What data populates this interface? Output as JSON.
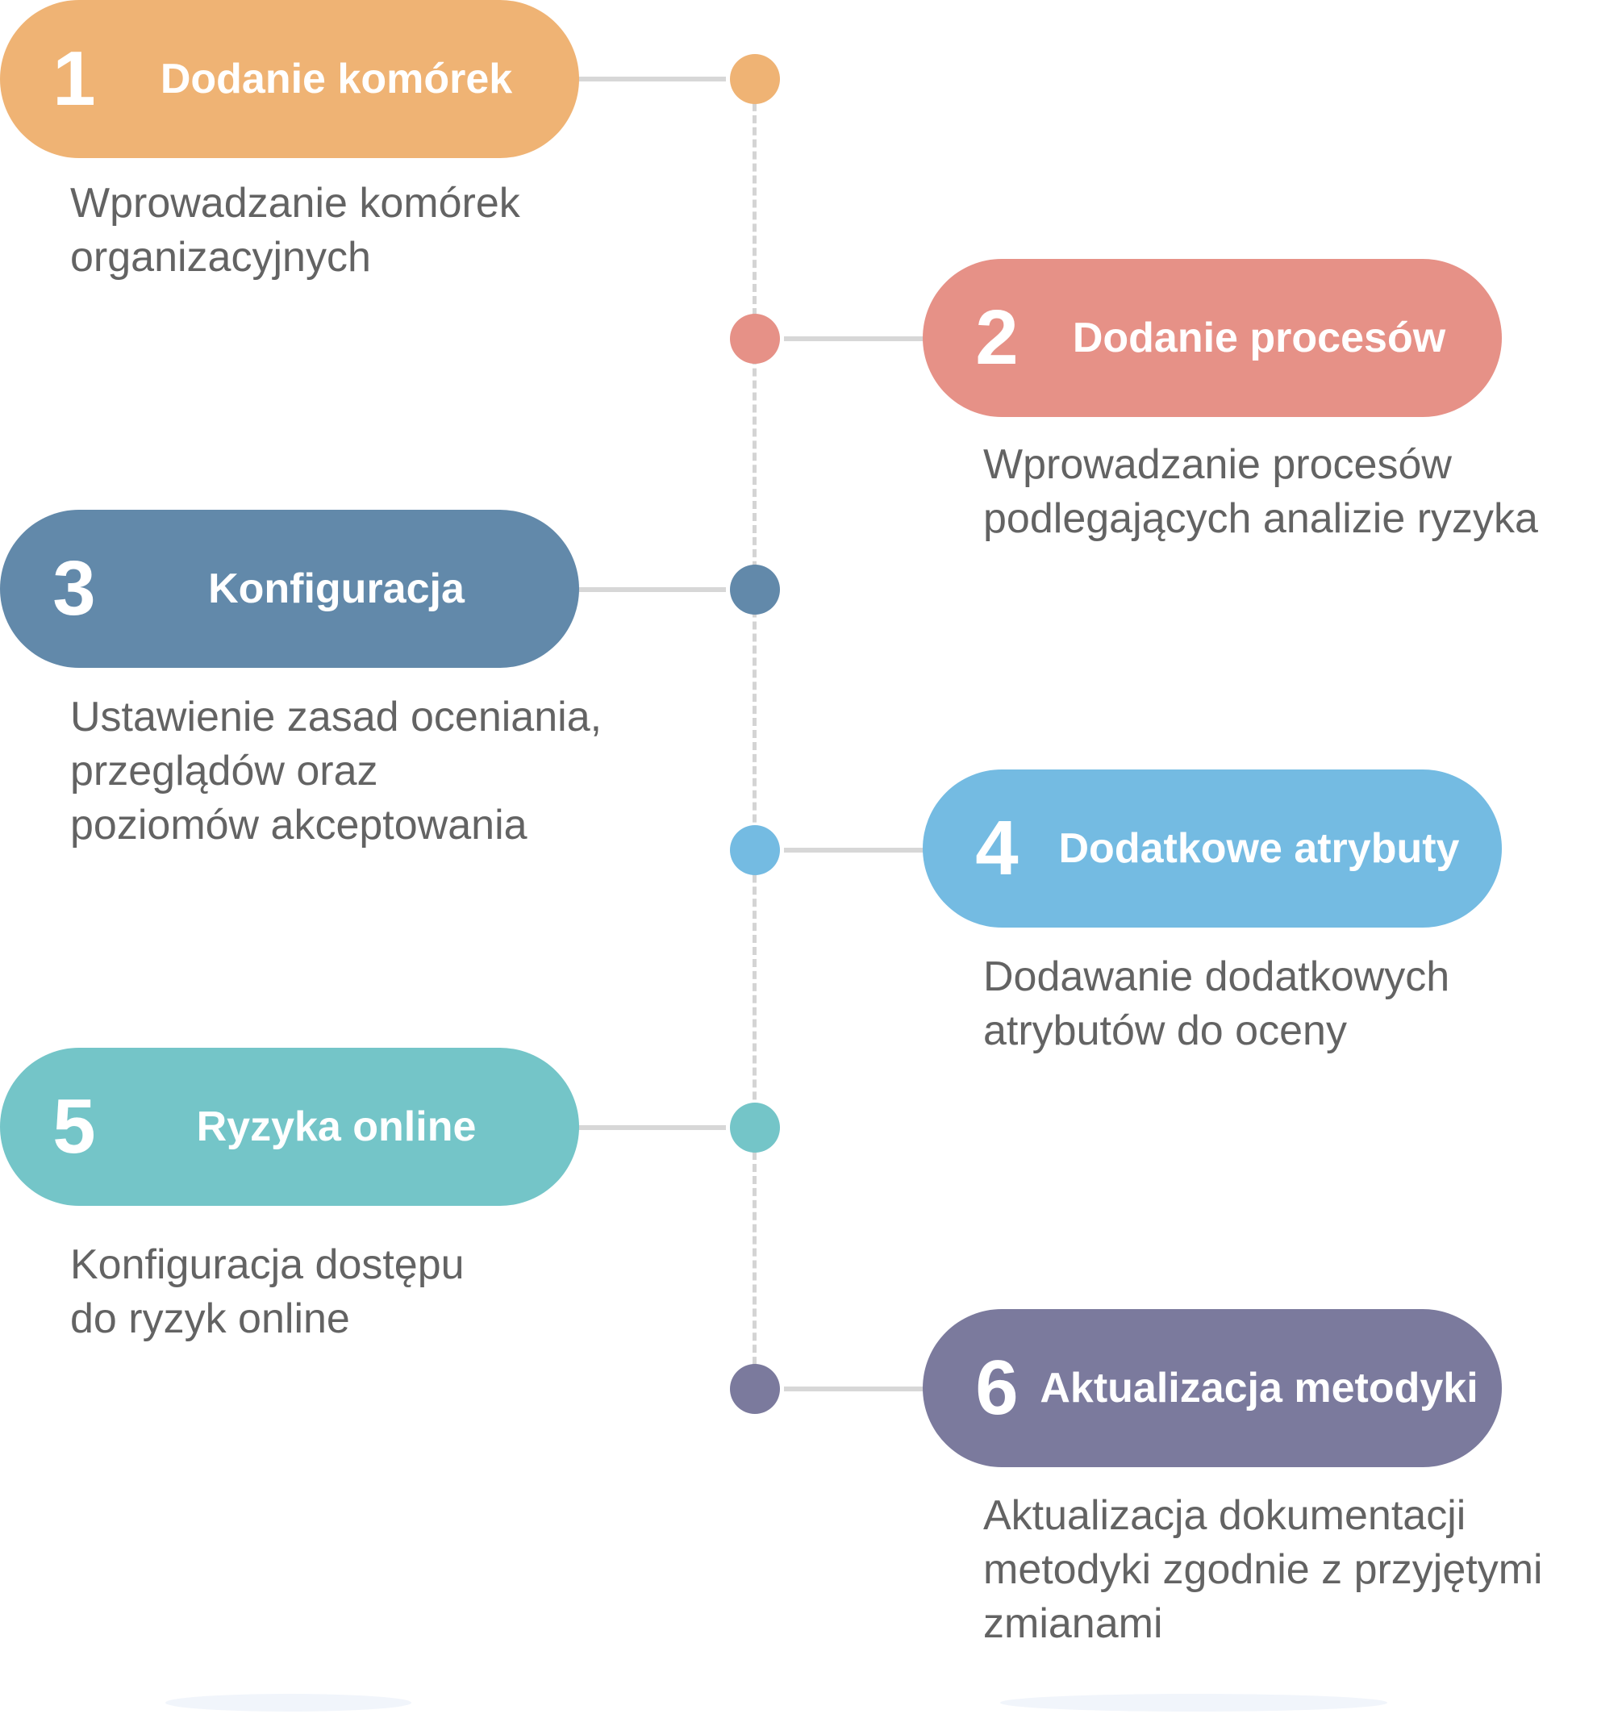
{
  "steps": [
    {
      "number": "1",
      "title": "Dodanie komórek",
      "color": "#efb374",
      "description": [
        "Wprowadzanie komórek",
        "organizacyjnych"
      ]
    },
    {
      "number": "2",
      "title": "Dodanie procesów",
      "color": "#e69187",
      "description": [
        "Wprowadzanie procesów",
        "podlegających analizie ryzyka"
      ]
    },
    {
      "number": "3",
      "title": "Konfiguracja",
      "color": "#6289aa",
      "description": [
        "Ustawienie zasad oceniania,",
        "przeglądów oraz",
        "poziomów akceptowania"
      ]
    },
    {
      "number": "4",
      "title": "Dodatkowe atrybuty",
      "color": "#74bbe2",
      "description": [
        "Dodawanie dodatkowych",
        "atrybutów do oceny"
      ]
    },
    {
      "number": "5",
      "title": "Ryzyka online",
      "color": "#74c5c8",
      "description": [
        "Konfiguracja dostępu",
        "do ryzyk online"
      ]
    },
    {
      "number": "6",
      "title": "Aktualizacja metodyki",
      "color": "#7b7a9d",
      "description": [
        "Aktualizacja dokumentacji",
        "metodyki zgodnie z przyjętymi",
        "zmianami"
      ]
    }
  ],
  "line_color": "#d4d4d4",
  "text_color": "#636363"
}
